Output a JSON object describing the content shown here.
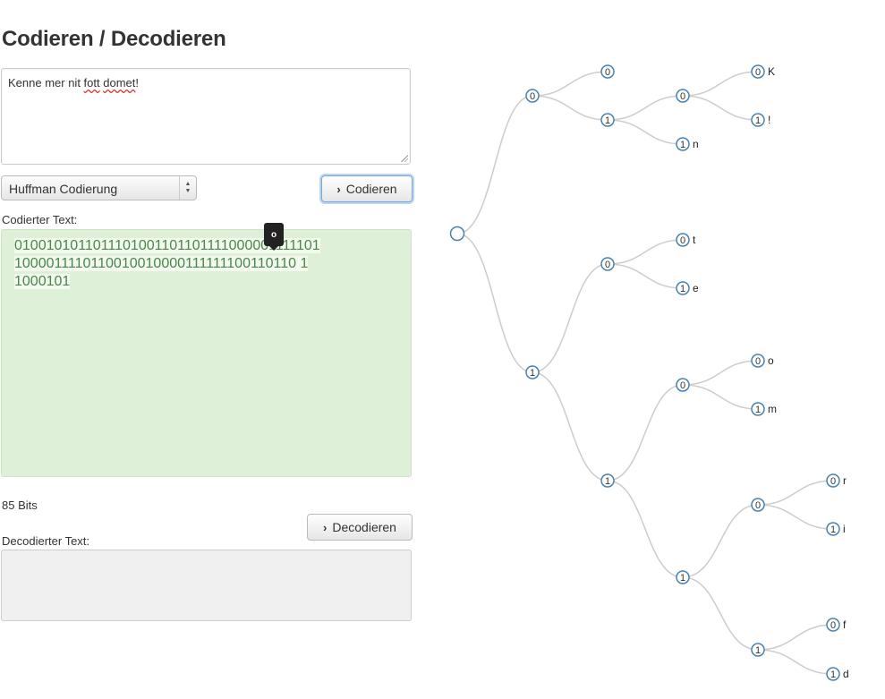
{
  "page": {
    "title": "Codieren / Decodieren"
  },
  "input": {
    "text_prefix": "Kenne mer nit ",
    "text_misspelled_1": "fott",
    "text_mid": " ",
    "text_misspelled_2": "domet",
    "text_suffix": "!"
  },
  "encoding_select": {
    "selected": "Huffman Codierung"
  },
  "buttons": {
    "encode": "Codieren",
    "decode": "Decodieren"
  },
  "coded": {
    "label": "Codierter Text:",
    "lines": [
      "0100101011011101001101101111000001111101",
      "1000011110110010010000111111100110110 1",
      "1000101"
    ],
    "tooltip": "o",
    "bits_label": "85 Bits"
  },
  "decoded": {
    "label": "Decodierter Text:",
    "value": ""
  },
  "tree": {
    "nodes": [
      {
        "id": "root",
        "label": ""
      },
      {
        "id": "0",
        "label": "0"
      },
      {
        "id": "1",
        "label": "1"
      },
      {
        "id": "00",
        "label": "0",
        "char": ""
      },
      {
        "id": "01",
        "label": "1"
      },
      {
        "id": "010",
        "label": "0"
      },
      {
        "id": "0100",
        "label": "0",
        "char": "K"
      },
      {
        "id": "0101",
        "label": "1",
        "char": "!"
      },
      {
        "id": "011",
        "label": "1",
        "char": "n"
      },
      {
        "id": "10",
        "label": "0"
      },
      {
        "id": "100",
        "label": "0",
        "char": "t"
      },
      {
        "id": "101",
        "label": "1",
        "char": "e"
      },
      {
        "id": "11",
        "label": "1"
      },
      {
        "id": "110",
        "label": "0"
      },
      {
        "id": "1100",
        "label": "0",
        "char": "o"
      },
      {
        "id": "1101",
        "label": "1",
        "char": "m"
      },
      {
        "id": "111",
        "label": "1"
      },
      {
        "id": "1110",
        "label": "0"
      },
      {
        "id": "11100",
        "label": "0",
        "char": "r"
      },
      {
        "id": "11101",
        "label": "1",
        "char": "i"
      },
      {
        "id": "1111",
        "label": "1"
      },
      {
        "id": "11110",
        "label": "0",
        "char": "f"
      },
      {
        "id": "11111",
        "label": "1",
        "char": "d"
      }
    ]
  }
}
